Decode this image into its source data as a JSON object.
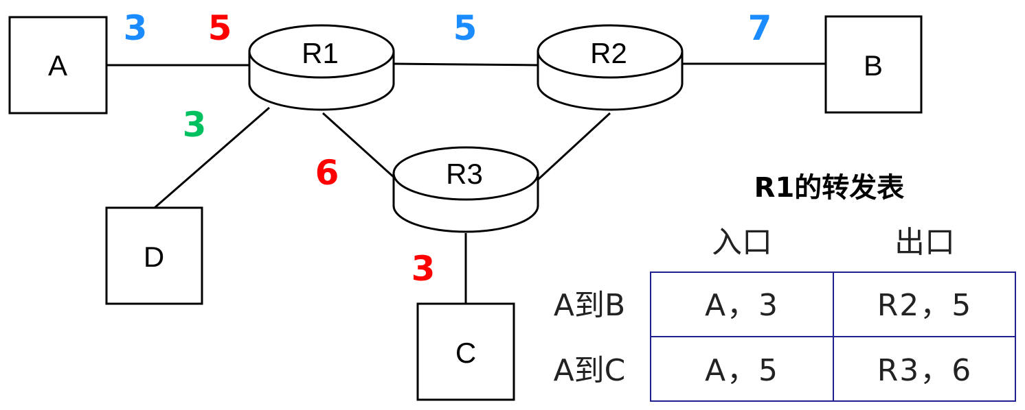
{
  "nodes": {
    "A": "A",
    "B": "B",
    "C": "C",
    "D": "D",
    "R1": "R1",
    "R2": "R2",
    "R3": "R3"
  },
  "link_labels": {
    "a_side_r1": "3",
    "r1_side_a": "5",
    "r1_r2": "5",
    "r2_b": "7",
    "r1_d": "3",
    "r1_r3": "6",
    "r3_c": "3"
  },
  "colors": {
    "blue": "#1a8cff",
    "red": "#ff0000",
    "green": "#00c060",
    "table_border": "#1f1f8f"
  },
  "table": {
    "title": "R1的转发表",
    "headers": [
      "入口",
      "出口"
    ],
    "rows": [
      {
        "label": "A到B",
        "in": "A，3",
        "out": "R2，5"
      },
      {
        "label": "A到C",
        "in": "A，5",
        "out": "R3，6"
      }
    ]
  }
}
